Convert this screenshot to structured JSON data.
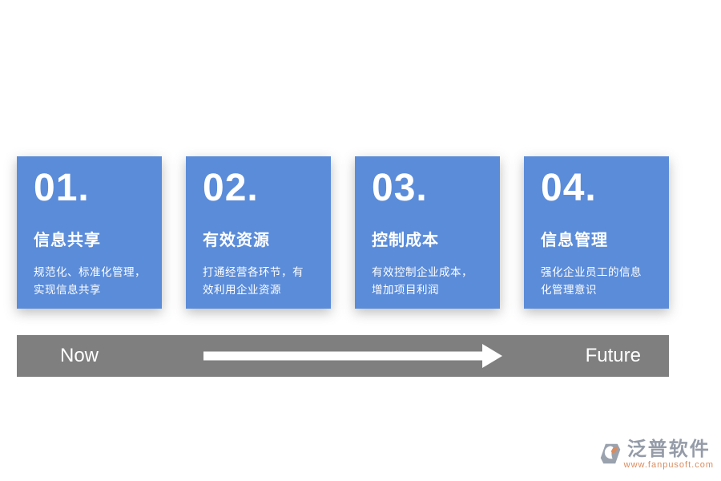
{
  "cards": [
    {
      "number": "01.",
      "title": "信息共享",
      "desc_lines": [
        "规范化、标准化管理，",
        "实现信息共享"
      ]
    },
    {
      "number": "02.",
      "title": "有效资源",
      "desc_lines": [
        "打通经营各环节，有",
        "效利用企业资源"
      ]
    },
    {
      "number": "03.",
      "title": "控制成本",
      "desc_lines": [
        "有效控制企业成本，",
        "增加项目利润"
      ]
    },
    {
      "number": "04.",
      "title": "信息管理",
      "desc_lines": [
        "强化企业员工的信息",
        "化管理意识"
      ]
    }
  ],
  "timeline": {
    "start_label": "Now",
    "end_label": "Future"
  },
  "logo": {
    "name": "泛普软件",
    "url": "www.fanpusoft.com"
  },
  "colors": {
    "card_blue": "#5B8CD9",
    "bar_gray": "#7F7F7F",
    "logo_text": "#959CA8",
    "logo_accent": "#D98C5F",
    "text_white": "#FFFFFF"
  }
}
